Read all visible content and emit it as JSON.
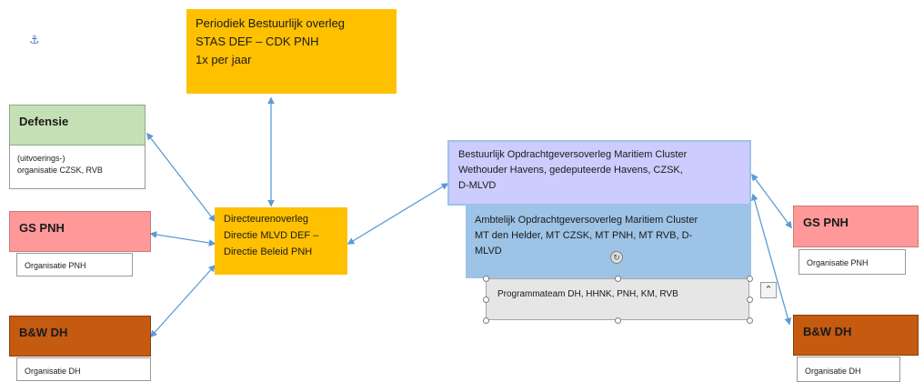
{
  "top_box": {
    "line1": "Periodiek Bestuurlijk overleg",
    "line2": "STAS DEF – CDK PNH",
    "line3": "1x per jaar"
  },
  "defensie": {
    "title": "Defensie",
    "line1": "(uitvoerings-)",
    "line2": "organisatie CZSK, RVB"
  },
  "gs_left": {
    "title": "GS PNH",
    "sub": "Organisatie PNH"
  },
  "bw_left": {
    "title": "B&W DH",
    "sub": "Organisatie DH"
  },
  "directeuren": {
    "line1": "Directeurenoverleg",
    "line2": "Directie MLVD DEF –",
    "line3": "Directie Beleid PNH"
  },
  "bestuurlijk": {
    "line1": "Bestuurlijk Opdrachtgeversoverleg Maritiem Cluster",
    "line2": "Wethouder Havens, gedeputeerde Havens, CZSK,",
    "line3": "D-MLVD"
  },
  "ambtelijk": {
    "line1": "Ambtelijk Opdrachtgeversoverleg Maritiem Cluster",
    "line2": "MT den Helder, MT CZSK, MT PNH, MT RVB, D-",
    "line3": "MLVD"
  },
  "programmateam": {
    "label": "Programmateam DH, HHNK, PNH, KM, RVB"
  },
  "gs_right": {
    "title": "GS PNH",
    "sub": "Organisatie PNH"
  },
  "bw_right": {
    "title": "B&W DH",
    "sub": "Organisatie DH"
  },
  "colors": {
    "orange": "#ffc000",
    "green": "#c5e0b4",
    "pink": "#ff9999",
    "brown": "#c55a11",
    "lavender": "#ccccff",
    "blue": "#9dc3e6",
    "arrow": "#5b9bd5"
  },
  "icons": {
    "anchor": "anchor-icon",
    "layout_options": "layout-options-icon",
    "rotate": "rotate-handle-icon"
  }
}
